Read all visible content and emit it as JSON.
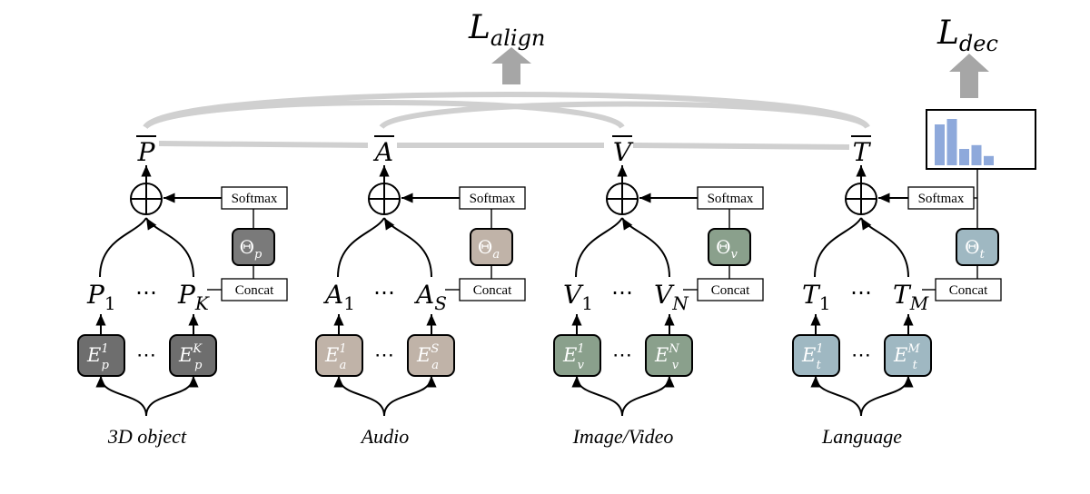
{
  "losses": {
    "align": "L",
    "align_sub": "align",
    "dec": "L",
    "dec_sub": "dec"
  },
  "common": {
    "softmax": "Softmax",
    "concat": "Concat",
    "ellipsis": "⋯"
  },
  "modalities": [
    {
      "id": "p",
      "name": "3D object",
      "bar": "P",
      "token": "P",
      "first": "1",
      "last": "K",
      "enc": "E",
      "enc_sub": "p",
      "enc_sup_first": "1",
      "enc_sup_last": "K",
      "theta": "Θ",
      "theta_sub": "p",
      "enc_color": "#6e6e6e",
      "theta_color": "#7a7a7a"
    },
    {
      "id": "a",
      "name": "Audio",
      "bar": "A",
      "token": "A",
      "first": "1",
      "last": "S",
      "enc": "E",
      "enc_sub": "a",
      "enc_sup_first": "1",
      "enc_sup_last": "S",
      "theta": "Θ",
      "theta_sub": "a",
      "enc_color": "#c0b3a8",
      "theta_color": "#c0b3a8"
    },
    {
      "id": "v",
      "name": "Image/Video",
      "bar": "V",
      "token": "V",
      "first": "1",
      "last": "N",
      "enc": "E",
      "enc_sub": "v",
      "enc_sup_first": "1",
      "enc_sup_last": "N",
      "theta": "Θ",
      "theta_sub": "v",
      "enc_color": "#8aa08c",
      "theta_color": "#8aa08c"
    },
    {
      "id": "t",
      "name": "Language",
      "bar": "T",
      "token": "T",
      "first": "1",
      "last": "M",
      "enc": "E",
      "enc_sub": "t",
      "enc_sup_first": "1",
      "enc_sup_last": "M",
      "theta": "Θ",
      "theta_sub": "t",
      "enc_color": "#9fb8c2",
      "theta_color": "#9fb8c2"
    }
  ],
  "colors": {
    "bar_fill": "#8ea9db",
    "arrow_gray": "#a6a6a6",
    "connector_gray": "#d0d0d0"
  },
  "bar_chart": {
    "values": [
      0.75,
      0.85,
      0.3,
      0.37,
      0.17
    ]
  }
}
